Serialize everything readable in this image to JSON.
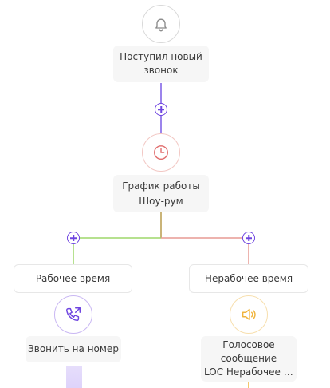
{
  "colors": {
    "connector_purple": "#7a5ae6",
    "connector_green": "#9ed76a",
    "connector_red": "#e79a94",
    "trigger_icon": "#8a8a8a",
    "schedule_icon": "#e06a6a",
    "call_icon": "#6f45e0",
    "voice_icon": "#f0b43c"
  },
  "trigger": {
    "icon": "bell-icon",
    "line1": "Поступил новый",
    "line2": "звонок"
  },
  "schedule": {
    "icon": "clock-icon",
    "title": "График работы",
    "subtitle": "Шоу-рум"
  },
  "branches": {
    "work": {
      "label": "Рабочее время"
    },
    "off": {
      "label": "Нерабочее время"
    }
  },
  "call_action": {
    "icon": "phone-forward-icon",
    "label": "Звонить на номер"
  },
  "voice_action": {
    "icon": "speaker-icon",
    "line1": "Голосовое",
    "line2": "сообщение",
    "line3": "LOC Нерабочее в..."
  }
}
